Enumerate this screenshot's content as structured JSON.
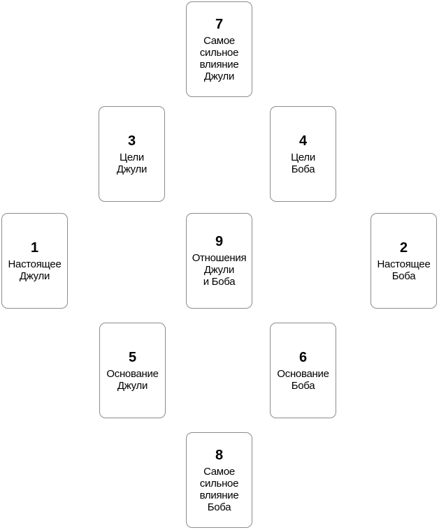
{
  "spread": {
    "cards": [
      {
        "number": "1",
        "label": "Настоящее\nДжули"
      },
      {
        "number": "2",
        "label": "Настоящее\nБоба"
      },
      {
        "number": "3",
        "label": "Цели\nДжули"
      },
      {
        "number": "4",
        "label": "Цели\nБоба"
      },
      {
        "number": "5",
        "label": "Основание\nДжули"
      },
      {
        "number": "6",
        "label": "Основание\nБоба"
      },
      {
        "number": "7",
        "label": "Самое\nсильное\nвлияние\nДжули"
      },
      {
        "number": "8",
        "label": "Самое\nсильное\nвлияние\nБоба"
      },
      {
        "number": "9",
        "label": "Отношения\nДжули\nи Боба"
      }
    ],
    "colors": {
      "card_border": "#8c8c8c",
      "card_background": "#ffffff",
      "text": "#000000",
      "page_background": "#ffffff"
    }
  }
}
